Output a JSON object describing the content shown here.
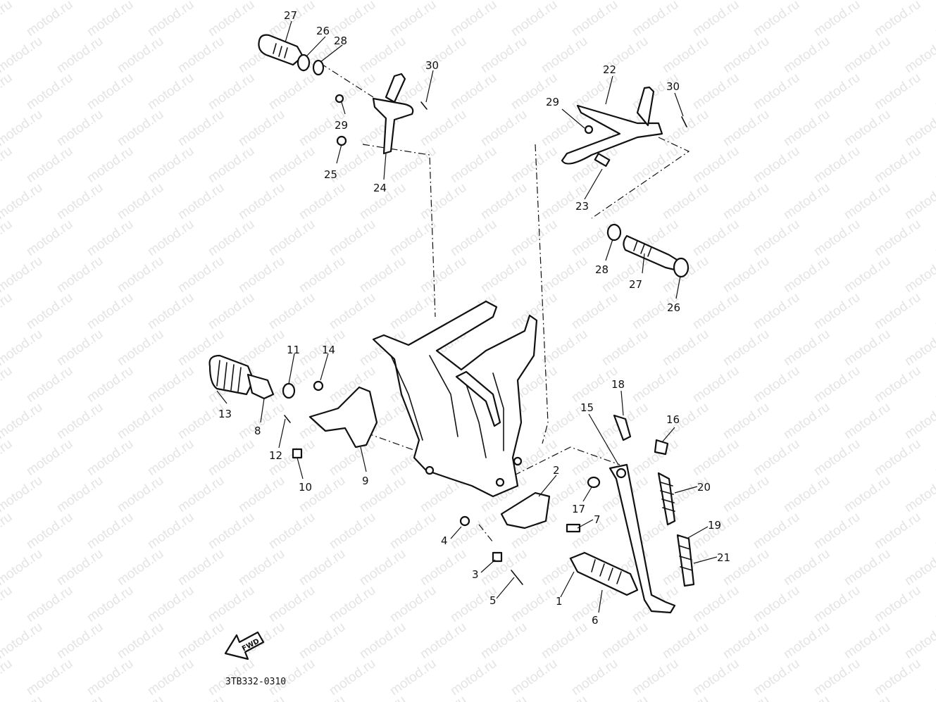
{
  "watermark": "motod.ru",
  "diagram_code": "3TB332-0310",
  "fwd_label": "FWD",
  "callouts": [
    {
      "id": "27a",
      "text": "27"
    },
    {
      "id": "26a",
      "text": "26"
    },
    {
      "id": "28a",
      "text": "28"
    },
    {
      "id": "30a",
      "text": "30"
    },
    {
      "id": "29a",
      "text": "29"
    },
    {
      "id": "25",
      "text": "25"
    },
    {
      "id": "24",
      "text": "24"
    },
    {
      "id": "22",
      "text": "22"
    },
    {
      "id": "30b",
      "text": "30"
    },
    {
      "id": "29b",
      "text": "29"
    },
    {
      "id": "23",
      "text": "23"
    },
    {
      "id": "28b",
      "text": "28"
    },
    {
      "id": "27b",
      "text": "27"
    },
    {
      "id": "26b",
      "text": "26"
    },
    {
      "id": "11",
      "text": "11"
    },
    {
      "id": "14",
      "text": "14"
    },
    {
      "id": "13",
      "text": "13"
    },
    {
      "id": "8",
      "text": "8"
    },
    {
      "id": "12",
      "text": "12"
    },
    {
      "id": "10",
      "text": "10"
    },
    {
      "id": "9",
      "text": "9"
    },
    {
      "id": "18",
      "text": "18"
    },
    {
      "id": "15",
      "text": "15"
    },
    {
      "id": "16",
      "text": "16"
    },
    {
      "id": "20",
      "text": "20"
    },
    {
      "id": "2",
      "text": "2"
    },
    {
      "id": "17",
      "text": "17"
    },
    {
      "id": "7",
      "text": "7"
    },
    {
      "id": "4",
      "text": "4"
    },
    {
      "id": "19",
      "text": "19"
    },
    {
      "id": "21",
      "text": "21"
    },
    {
      "id": "3",
      "text": "3"
    },
    {
      "id": "5",
      "text": "5"
    },
    {
      "id": "1",
      "text": "1"
    },
    {
      "id": "6",
      "text": "6"
    }
  ]
}
